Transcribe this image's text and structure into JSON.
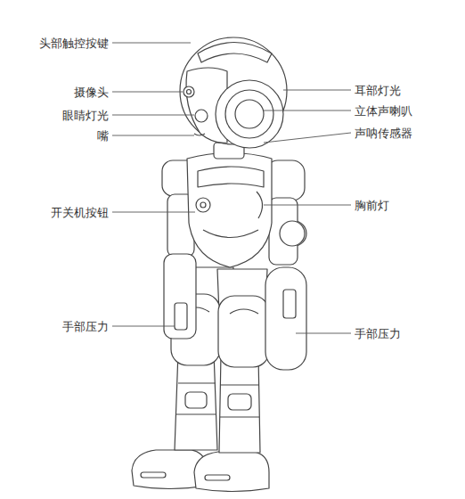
{
  "diagram": {
    "labels": [
      "头部触控按键",
      "摄像头",
      "眼睛灯光",
      "嘴",
      "开关机按钮",
      "手部压力",
      "耳部灯光",
      "立体声喇叭",
      "声呐传感器",
      "胸前灯",
      "手部压力"
    ]
  }
}
